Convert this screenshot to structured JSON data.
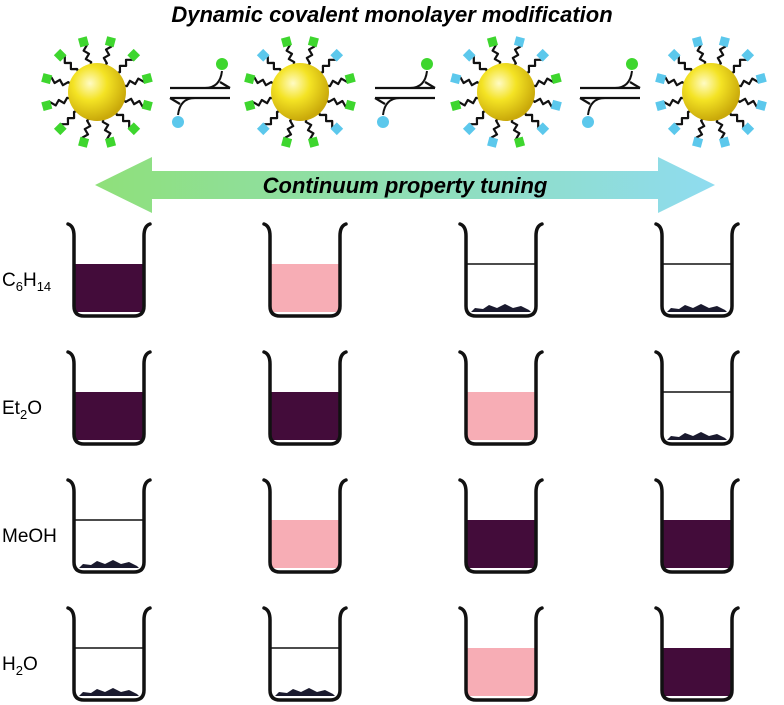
{
  "title": "Dynamic covalent monolayer modification",
  "banner": "Continuum property tuning",
  "colors": {
    "gold_core": "#f2e21b",
    "ligand_green": "#3ed62e",
    "ligand_blue": "#5cc8ec",
    "dispersed_dark": "#430c3a",
    "dispersed_partial": "#f7adb5",
    "precipitate": "#1a1a2e",
    "arrow_gradient_start": "#8fe07a",
    "arrow_gradient_end": "#8fdcf0"
  },
  "nanoparticles": [
    {
      "id": "np-1",
      "blue_fraction": 0.0
    },
    {
      "id": "np-2",
      "blue_fraction": 0.33
    },
    {
      "id": "np-3",
      "blue_fraction": 0.66
    },
    {
      "id": "np-4",
      "blue_fraction": 1.0
    }
  ],
  "solvents": [
    {
      "name": "C6H14",
      "label_main": "C",
      "label_sub1": "6",
      "label_mid": "H",
      "label_sub2": "14",
      "label_tail": "",
      "states": [
        "dark",
        "pink",
        "precipitate",
        "precipitate"
      ]
    },
    {
      "name": "Et2O",
      "label_main": "Et",
      "label_sub1": "2",
      "label_mid": "O",
      "label_sub2": "",
      "label_tail": "",
      "states": [
        "dark",
        "dark",
        "pink",
        "precipitate"
      ]
    },
    {
      "name": "MeOH",
      "label_main": "MeOH",
      "label_sub1": "",
      "label_mid": "",
      "label_sub2": "",
      "label_tail": "",
      "states": [
        "precipitate",
        "pink",
        "dark",
        "dark"
      ]
    },
    {
      "name": "H2O",
      "label_main": "H",
      "label_sub1": "2",
      "label_mid": "O",
      "label_sub2": "",
      "label_tail": "",
      "states": [
        "precipitate",
        "precipitate",
        "pink",
        "dark"
      ]
    }
  ]
}
